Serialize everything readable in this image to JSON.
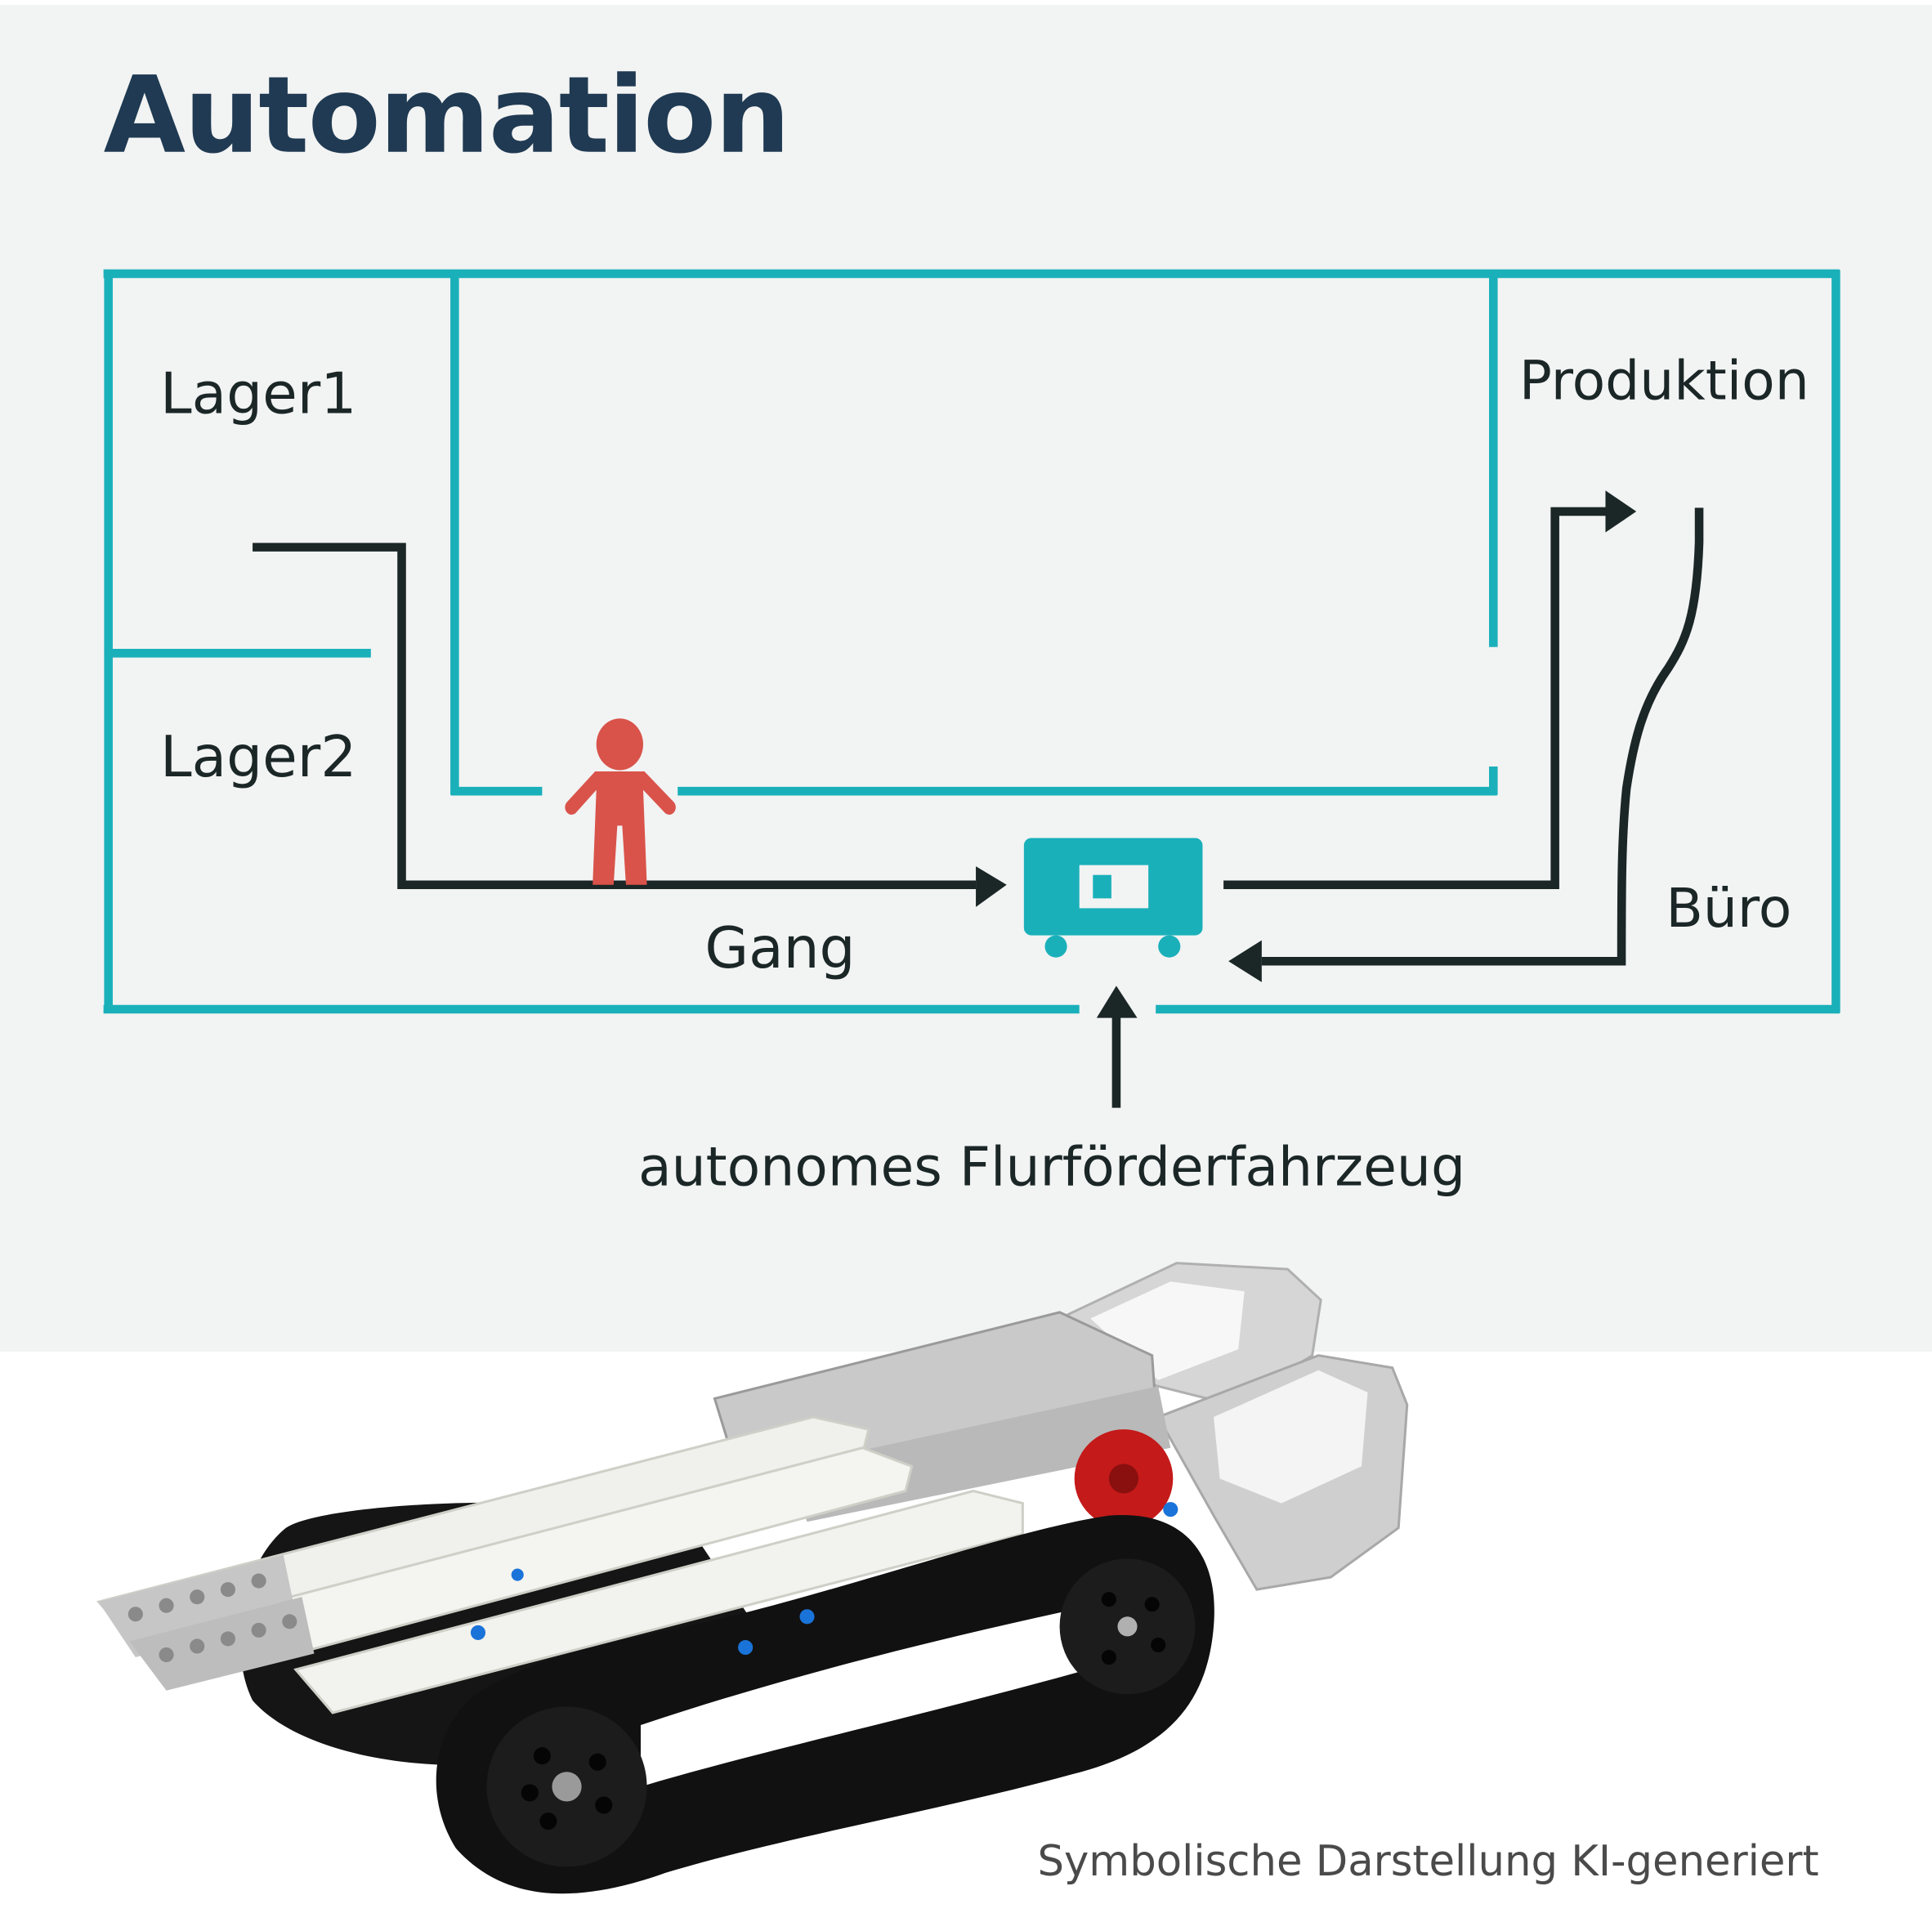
{
  "title": "Automation",
  "colors": {
    "wall": "#1ab0ba",
    "path": "#1b2626",
    "person": "#d9534a",
    "vehicle": "#1ab0ba",
    "title": "#1f3a52",
    "background": "#f2f3f3"
  },
  "rooms": {
    "lager1": "Lager1",
    "lager2": "Lager2",
    "produktion": "Produktion",
    "buero": "Büro",
    "gang": "Gang"
  },
  "vehicle_label": "autonomes Flurförderfahrzeug",
  "icons": [
    "person-icon",
    "agv-vehicle-icon",
    "arrow-right-icon",
    "arrow-left-icon",
    "arrow-up-icon"
  ],
  "photo": {
    "subject": "LEGO tracked robot vehicle",
    "caption": "Symbolische Darstellung KI-generiert"
  }
}
